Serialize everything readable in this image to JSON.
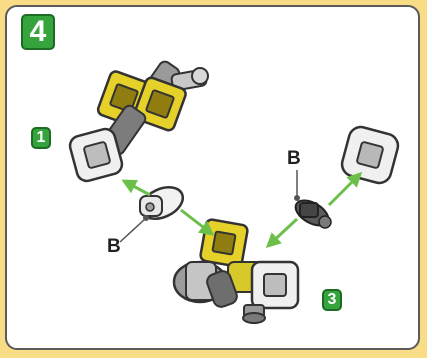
{
  "step": {
    "number": "4"
  },
  "callouts": [
    {
      "number": "1"
    },
    {
      "number": "3"
    }
  ],
  "part_labels": [
    {
      "text": "B"
    },
    {
      "text": "B"
    }
  ],
  "colors": {
    "background": "#f8dc86",
    "panel": "#ffffff",
    "badge": "#35a43c",
    "arrow": "#6cc04a",
    "yellow_part": "#e6d12a",
    "gray_part": "#b8b8b8"
  }
}
